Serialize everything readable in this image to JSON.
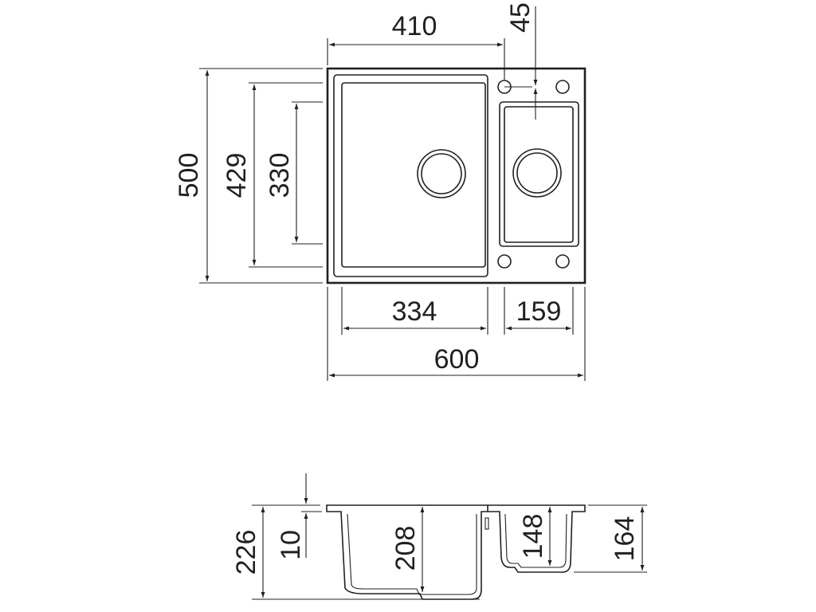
{
  "top_view": {
    "overall_width": "600",
    "overall_depth": "500",
    "large_bowl_width": "334",
    "small_bowl_width": "159",
    "large_bowl_depth": "429",
    "large_bowl_inner_depth": "330",
    "large_bowl_opening": "410",
    "tap_hole_offset": "45"
  },
  "side_view": {
    "total_height": "226",
    "rim_thickness": "10",
    "large_bowl_depth": "208",
    "small_bowl_depth": "148",
    "small_bowl_total": "164"
  }
}
